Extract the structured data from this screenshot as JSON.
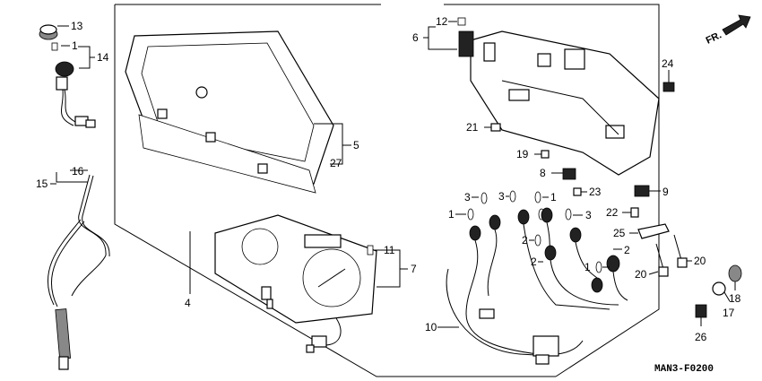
{
  "diagram": {
    "callouts": {
      "p13": "13",
      "p1_top": "1",
      "p14": "14",
      "p15": "15",
      "p16": "16",
      "p5": "5",
      "p27": "27",
      "p4": "4",
      "p11": "11",
      "p7": "7",
      "p12": "12",
      "p6": "6",
      "p24": "24",
      "p21": "21",
      "p19": "19",
      "p8": "8",
      "p23": "23",
      "p9": "9",
      "p3a": "3",
      "p3b": "3",
      "p1a": "1",
      "p1b": "1",
      "p3c": "3",
      "p22": "22",
      "p25": "25",
      "p2a": "2",
      "p2b": "2",
      "p2c": "2",
      "p1c": "1",
      "p20a": "20",
      "p20b": "20",
      "p18": "18",
      "p17": "17",
      "p26": "26",
      "p10": "10"
    },
    "fr_label": "FR.",
    "drawing_code": "MAN3-F0200"
  }
}
